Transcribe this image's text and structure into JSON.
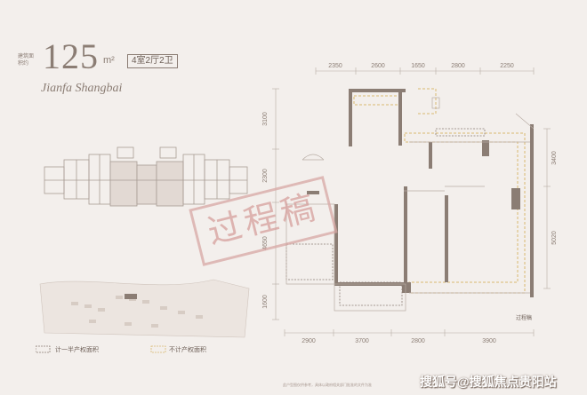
{
  "header": {
    "area_label": "建筑面积约",
    "area_value": "125",
    "area_unit": "m²",
    "layout": "4室2厅2卫",
    "script_name": "Jianfa Shangbai"
  },
  "dimensions": {
    "top": [
      "2350",
      "2600",
      "1650",
      "2800",
      "2250"
    ],
    "bottom": [
      "2900",
      "3700",
      "2800",
      "3900"
    ],
    "left": [
      "3100",
      "2300",
      "4650",
      "1600"
    ],
    "right": [
      "3400",
      "5020"
    ]
  },
  "legend": {
    "counted_area": "计一半产权面积",
    "uncounted_area": "不计产权面积"
  },
  "stamp_text": "过程稿",
  "compass_label": "过程稿",
  "footer_note": "此户型图仅供参考，具体以政府相关部门批准的文件为准",
  "watermark": "搜狐号@搜狐焦点贵阳站",
  "colors": {
    "wall": "#8b7d74",
    "line": "#b8aca4",
    "balcony_gold": "#d9b870",
    "stamp": "#d8a8a4",
    "background": "#f3efec"
  }
}
